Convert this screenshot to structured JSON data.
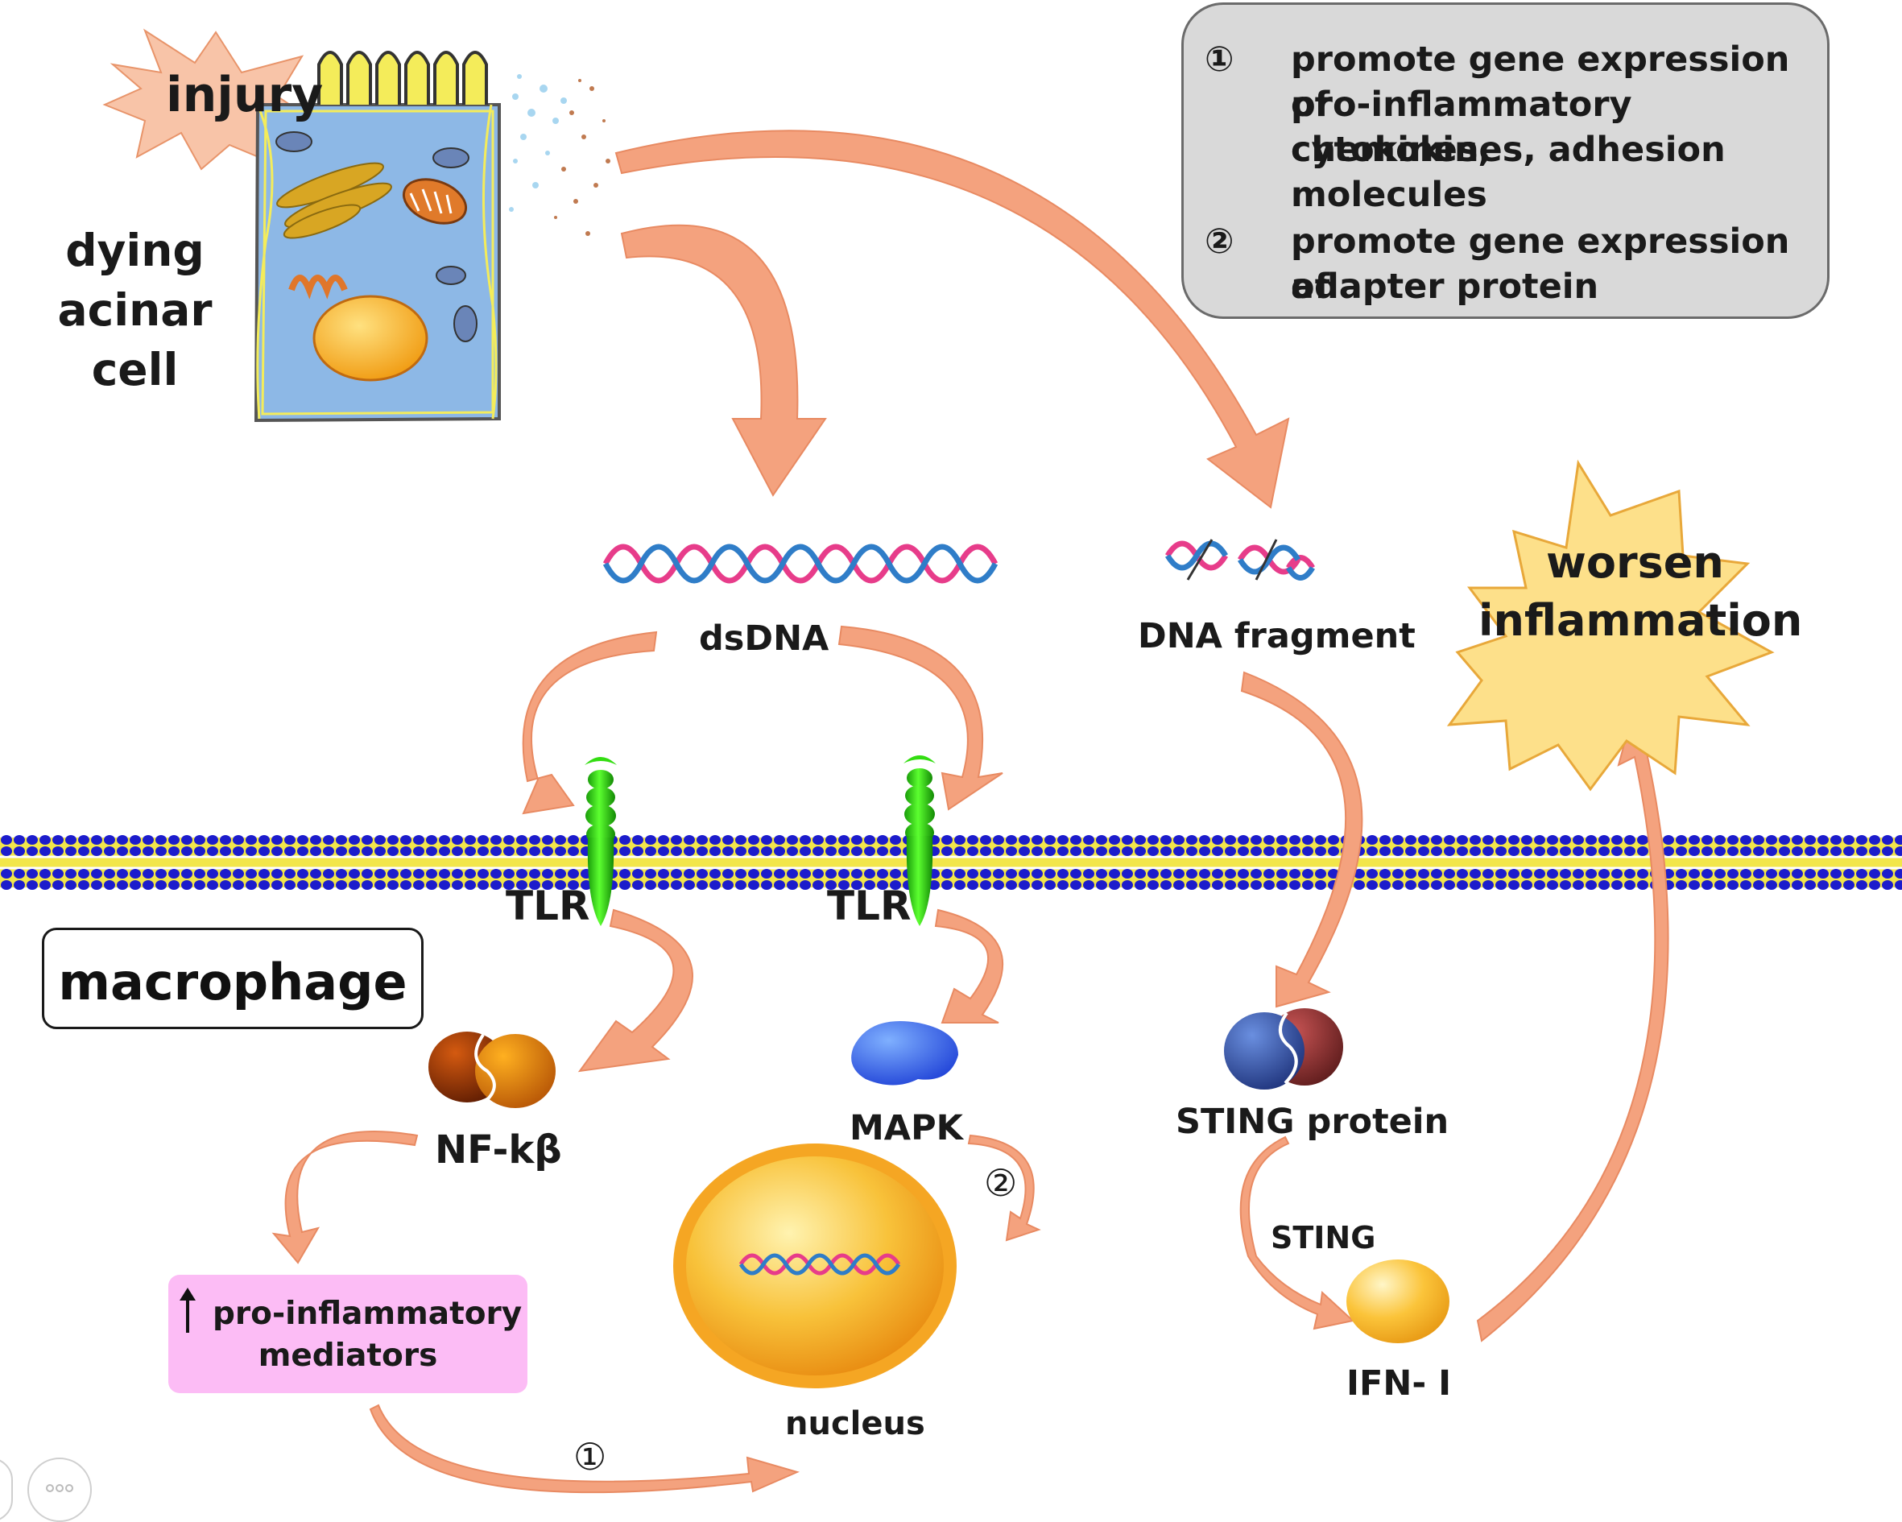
{
  "diagram": {
    "injury_label": "injury",
    "cell_label": [
      "dying",
      "acinar",
      "cell"
    ],
    "legend": {
      "item1_marker": "①",
      "item1_lines": [
        "promote gene expression of",
        "pro-inflammatory cytokines,",
        "chemokines, adhesion",
        "molecules"
      ],
      "item2_marker": "②",
      "item2_lines": [
        "promote gene expression of",
        "adapter protein"
      ]
    },
    "dsdna_label": "dsDNA",
    "dna_fragment_label": "DNA fragment",
    "worsen_label": [
      "worsen",
      "inflammation"
    ],
    "tlr_left_label": "TLR",
    "tlr_right_label": "TLR",
    "macrophage_label": "macrophage",
    "nfkb_label": "NF-kβ",
    "mapk_label": "MAPK",
    "sting_protein_label": "STING protein",
    "sting_label": "STING",
    "ifn_label": "IFN- Ⅰ",
    "mediators_lines": [
      "pro-inflammatory",
      "mediators"
    ],
    "nucleus_label": "nucleus",
    "marker1": "①",
    "marker2": "②"
  },
  "colors": {
    "arrow": "#f4a27e",
    "membrane_head": "#1c1ccc",
    "membrane_tail": "#f2e64a",
    "receptor": "#33dd11",
    "starburst_injury": "#f8c4a8",
    "starburst_worsen": "#fde08a",
    "legend_bg": "#d9d9d9",
    "mediators_bg": "#fcbcf5",
    "cell_bg": "#8db8e6",
    "nucleus": "#f5a623"
  },
  "dock_icons": [
    "more-icon"
  ]
}
